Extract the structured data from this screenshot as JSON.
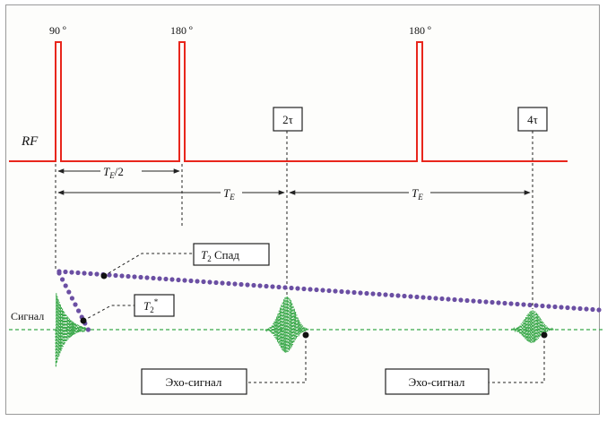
{
  "rf_axis_label": "RF",
  "signal_axis_label": "Сигнал",
  "pulses": [
    {
      "label": "90 º"
    },
    {
      "label": "180 º"
    },
    {
      "label": "180 º"
    }
  ],
  "echo_time_boxes": [
    "2τ",
    "4τ"
  ],
  "intervals": {
    "half_te": {
      "main": "T",
      "sub": "E",
      "suffix": "/2"
    },
    "te": {
      "main": "T",
      "sub": "E"
    }
  },
  "callouts": {
    "t2_decay": {
      "main": "T",
      "sub": "2",
      "text": " Спад"
    },
    "t2_star": {
      "main": "T",
      "sub": "2",
      "sup": "*"
    },
    "echo_signal": "Эхо-сигнал"
  },
  "colors": {
    "rf_line": "#e8261c",
    "t2_decay": "#6b4fa3",
    "signal": "#3aa84a",
    "guides": "#222222"
  }
}
